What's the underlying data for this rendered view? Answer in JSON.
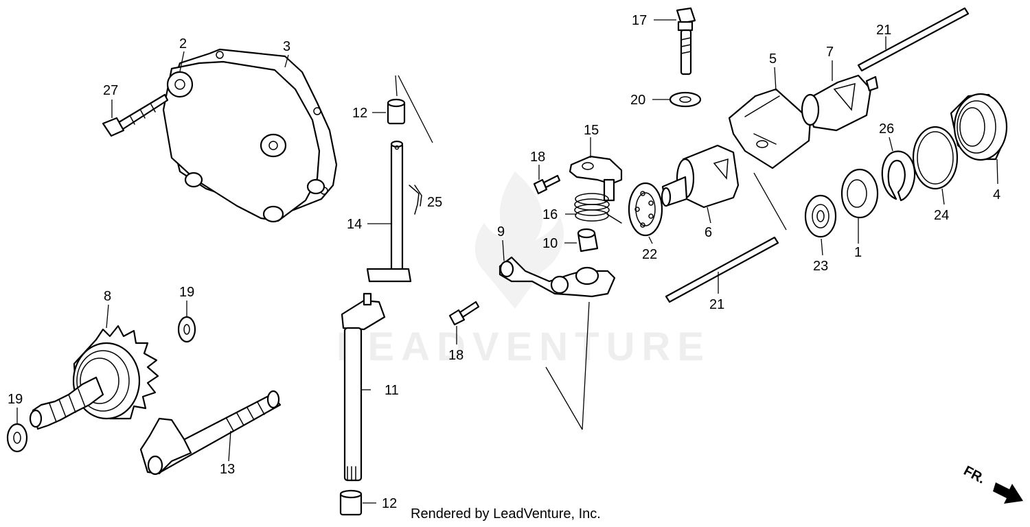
{
  "watermark": {
    "text": "LEADVENTURE"
  },
  "footer": {
    "text": "Rendered by LeadVenture, Inc."
  },
  "direction": {
    "label": "FR."
  },
  "callouts": [
    {
      "id": "c1",
      "label": "1"
    },
    {
      "id": "c2",
      "label": "2"
    },
    {
      "id": "c3",
      "label": "3"
    },
    {
      "id": "c4",
      "label": "4"
    },
    {
      "id": "c5",
      "label": "5"
    },
    {
      "id": "c6",
      "label": "6"
    },
    {
      "id": "c7",
      "label": "7"
    },
    {
      "id": "c8",
      "label": "8"
    },
    {
      "id": "c9",
      "label": "9"
    },
    {
      "id": "c10",
      "label": "10"
    },
    {
      "id": "c11",
      "label": "11"
    },
    {
      "id": "c12a",
      "label": "12"
    },
    {
      "id": "c12b",
      "label": "12"
    },
    {
      "id": "c13",
      "label": "13"
    },
    {
      "id": "c14",
      "label": "14"
    },
    {
      "id": "c15",
      "label": "15"
    },
    {
      "id": "c16",
      "label": "16"
    },
    {
      "id": "c17",
      "label": "17"
    },
    {
      "id": "c18a",
      "label": "18"
    },
    {
      "id": "c18b",
      "label": "18"
    },
    {
      "id": "c19a",
      "label": "19"
    },
    {
      "id": "c19b",
      "label": "19"
    },
    {
      "id": "c20",
      "label": "20"
    },
    {
      "id": "c21a",
      "label": "21"
    },
    {
      "id": "c21b",
      "label": "21"
    },
    {
      "id": "c22",
      "label": "22"
    },
    {
      "id": "c23",
      "label": "23"
    },
    {
      "id": "c24",
      "label": "24"
    },
    {
      "id": "c25",
      "label": "25"
    },
    {
      "id": "c26",
      "label": "26"
    },
    {
      "id": "c27",
      "label": "27"
    }
  ]
}
